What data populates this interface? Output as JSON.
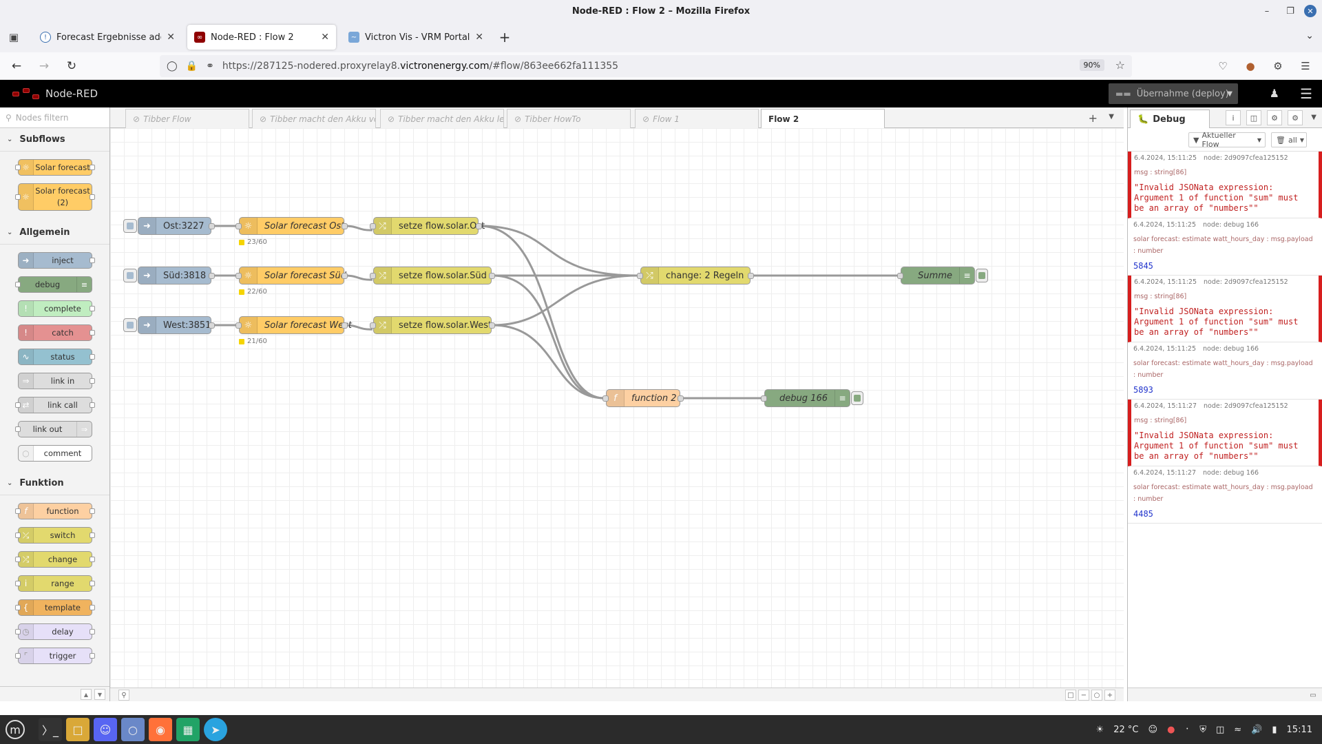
{
  "window": {
    "title": "Node-RED : Flow 2 – Mozilla Firefox"
  },
  "browser": {
    "tabs": [
      {
        "label": "Forecast Ergebnisse addieren"
      },
      {
        "label": "Node-RED : Flow 2"
      },
      {
        "label": "Victron Vis - VRM Portal"
      }
    ],
    "url_prefix": "https://287125-nodered.proxyrelay8.",
    "url_domain": "victronenergy.com",
    "url_suffix": "/#flow/863ee662fa111355",
    "zoom": "90%"
  },
  "nodered": {
    "app_name": "Node-RED",
    "deploy_label": "Übernahme (deploy)",
    "palette": {
      "search_placeholder": "Nodes filtern",
      "categories": [
        {
          "name": "Subflows",
          "items": [
            {
              "label": "Solar forecast"
            },
            {
              "label": "Solar forecast (2)"
            }
          ]
        },
        {
          "name": "Allgemein",
          "items": [
            {
              "label": "inject"
            },
            {
              "label": "debug"
            },
            {
              "label": "complete"
            },
            {
              "label": "catch"
            },
            {
              "label": "status"
            },
            {
              "label": "link in"
            },
            {
              "label": "link call"
            },
            {
              "label": "link out"
            },
            {
              "label": "comment"
            }
          ]
        },
        {
          "name": "Funktion",
          "items": [
            {
              "label": "function"
            },
            {
              "label": "switch"
            },
            {
              "label": "change"
            },
            {
              "label": "range"
            },
            {
              "label": "template"
            },
            {
              "label": "delay"
            },
            {
              "label": "trigger"
            }
          ]
        }
      ]
    },
    "workspace_tabs": [
      {
        "label": "Tibber Flow"
      },
      {
        "label": "Tibber macht den Akku voll"
      },
      {
        "label": "Tibber macht den Akku leer"
      },
      {
        "label": "Tibber HowTo"
      },
      {
        "label": "Flow 1"
      },
      {
        "label": "Flow 2"
      }
    ],
    "flow_nodes": {
      "inject_ost": "Ost:3227",
      "inject_sued": "Süd:3818",
      "inject_west": "West:3851",
      "forecast_ost": "Solar forecast Ost",
      "forecast_sued": "Solar forecast Süd",
      "forecast_west": "Solar forecast West",
      "status_ost": "23/60",
      "status_sued": "22/60",
      "status_west": "21/60",
      "change_ost": "setze flow.solar.Ost",
      "change_sued": "setze flow.solar.Süd",
      "change_west": "setze flow.solar.West",
      "change_rules": "change: 2 Regeln",
      "summe": "Summe",
      "function2": "function 2",
      "debug166": "debug 166"
    },
    "sidebar": {
      "tab": "Debug",
      "filter": "Aktueller Flow",
      "clear": "all",
      "messages": [
        {
          "time": "6.4.2024, 15:11:25",
          "node": "node: 2d9097cfea125152",
          "topic": "msg : string[86]",
          "payload": "\"Invalid JSONata expression: Argument 1 of function \"sum\" must be an array of \"numbers\"\"",
          "error": true
        },
        {
          "time": "6.4.2024, 15:11:25",
          "node": "node: debug 166",
          "topic": "solar forecast: estimate watt_hours_day : msg.payload : number",
          "payload": "5845",
          "error": false
        },
        {
          "time": "6.4.2024, 15:11:25",
          "node": "node: 2d9097cfea125152",
          "topic": "msg : string[86]",
          "payload": "\"Invalid JSONata expression: Argument 1 of function \"sum\" must be an array of \"numbers\"\"",
          "error": true
        },
        {
          "time": "6.4.2024, 15:11:25",
          "node": "node: debug 166",
          "topic": "solar forecast: estimate watt_hours_day : msg.payload : number",
          "payload": "5893",
          "error": false
        },
        {
          "time": "6.4.2024, 15:11:27",
          "node": "node: 2d9097cfea125152",
          "topic": "msg : string[86]",
          "payload": "\"Invalid JSONata expression: Argument 1 of function \"sum\" must be an array of \"numbers\"\"",
          "error": true
        },
        {
          "time": "6.4.2024, 15:11:27",
          "node": "node: debug 166",
          "topic": "solar forecast: estimate watt_hours_day : msg.payload : number",
          "payload": "4485",
          "error": false
        }
      ]
    }
  },
  "taskbar": {
    "temperature": "22 °C",
    "clock": "15:11"
  },
  "colors": {
    "inject": "#a6bbcf",
    "subflow": "#ffcc66",
    "change": "#e2d96e",
    "function": "#fdd0a2",
    "debug": "#87a980",
    "catch": "#e49191",
    "status": "#94c1d0",
    "link": "#dddddd",
    "template": "#f0b35e",
    "delay": "#e6e0f8",
    "complete": "#c0edc0"
  }
}
